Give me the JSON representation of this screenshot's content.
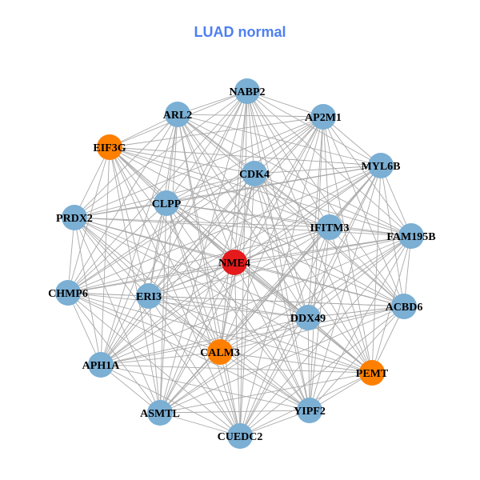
{
  "title": "LUAD normal",
  "colors": {
    "default": "#7BAFD4",
    "highlight": "#FF7F00",
    "hub": "#E41A1C",
    "edge": "#AAAAAA"
  },
  "network": {
    "fully_connected": true,
    "nodes": [
      {
        "label": "NABP2",
        "group": "default"
      },
      {
        "label": "ARL2",
        "group": "default"
      },
      {
        "label": "AP2M1",
        "group": "default"
      },
      {
        "label": "EIF3G",
        "group": "highlight"
      },
      {
        "label": "MYL6B",
        "group": "default"
      },
      {
        "label": "CDK4",
        "group": "default"
      },
      {
        "label": "CLPP",
        "group": "default"
      },
      {
        "label": "PRDX2",
        "group": "default"
      },
      {
        "label": "IFITM3",
        "group": "default"
      },
      {
        "label": "FAM195B",
        "group": "default"
      },
      {
        "label": "NME4",
        "group": "hub"
      },
      {
        "label": "CHMP6",
        "group": "default"
      },
      {
        "label": "ERI3",
        "group": "default"
      },
      {
        "label": "ACBD6",
        "group": "default"
      },
      {
        "label": "DDX49",
        "group": "default"
      },
      {
        "label": "CALM3",
        "group": "highlight"
      },
      {
        "label": "APH1A",
        "group": "default"
      },
      {
        "label": "PEMT",
        "group": "highlight"
      },
      {
        "label": "YIPF2",
        "group": "default"
      },
      {
        "label": "ASMTL",
        "group": "default"
      },
      {
        "label": "CUEDC2",
        "group": "default"
      }
    ]
  }
}
